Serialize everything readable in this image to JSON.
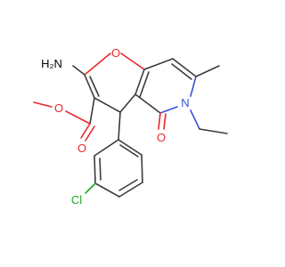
{
  "molecule": {
    "atoms": {
      "nh2": "H₂N",
      "ring_o": "O",
      "ester_o_single": "O",
      "ester_o_double": "O",
      "lactam_o": "O",
      "n": "N",
      "cl": "Cl"
    },
    "colors": {
      "bond": "#3b3b3b",
      "oxygen": "#e8282b",
      "nitrogen": "#3a50d9",
      "chlorine": "#1fa81f"
    }
  }
}
